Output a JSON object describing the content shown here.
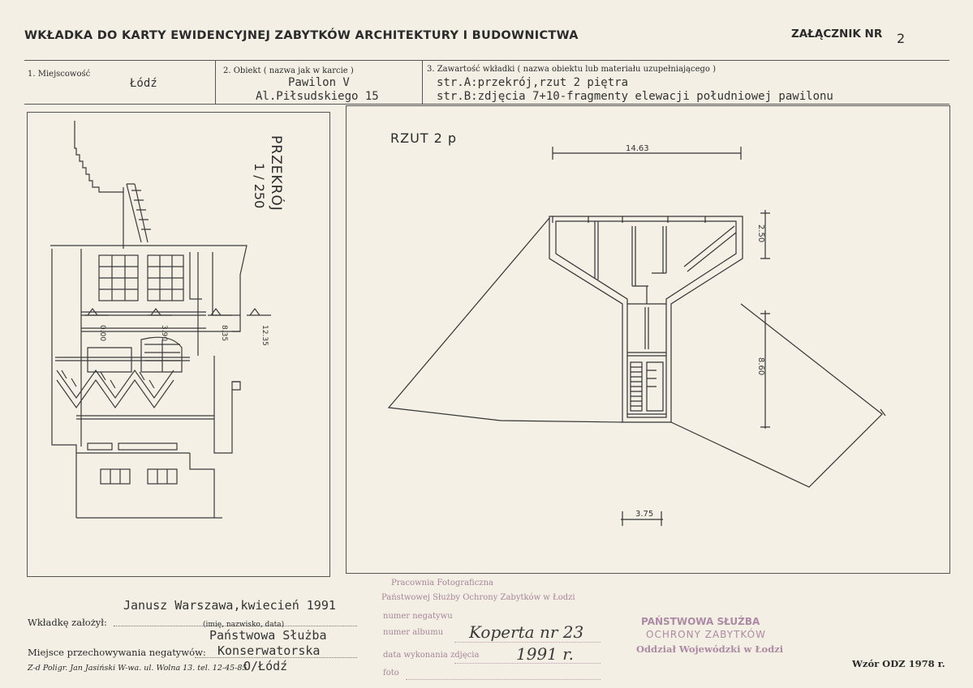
{
  "header": {
    "title": "WKŁADKA DO KARTY EWIDENCYJNEJ ZABYTKÓW ARCHITEKTURY I BUDOWNICTWA",
    "annex_label": "ZAŁĄCZNIK NR",
    "annex_number": "2"
  },
  "fields": {
    "locality_label": "1. Miejscowość",
    "locality_value": "Łódź",
    "object_label": "2. Obiekt ( nazwa jak w karcie )",
    "object_line1": "Pawilon V",
    "object_line2": "Al.Piłsudskiego 15",
    "content_label": "3. Zawartość wkładki ( nazwa obiektu lub materiału uzupełniającego )",
    "content_line1": "str.A:przekrój,rzut 2 piętra",
    "content_line2": "str.B:zdjęcia 7+10-fragmenty elewacji południowej pawilonu"
  },
  "section_drawing": {
    "title": "PRZEKRÓJ",
    "scale": "1 / 250",
    "levels": [
      "0.00",
      "3.90",
      "8.35",
      "12.35"
    ]
  },
  "plan_drawing": {
    "title": "RZUT 2 p",
    "dimensions": [
      "14.63",
      "2.50",
      "8.60",
      "3.75"
    ]
  },
  "footer": {
    "author_label": "Wkładkę założył:",
    "author_value": "Janusz Warszawa,kwiecień 1991",
    "author_hint": "(imię, nazwisko, data)",
    "storage_label": "Miejsce przechowywania negatywów:",
    "storage_line1": "Państwowa Służba",
    "storage_line2": "Konserwatorska",
    "storage_line3": "O/Łódź",
    "printer_note": "Z-d Poligr. Jan Jasiński W-wa. ul. Wolna 13. tel. 12-45-85",
    "form_id": "Wzór ODZ 1978 r."
  },
  "photo_stamp": {
    "line1": "Pracownia Fotograficzna",
    "line2": "Państwowej Służby Ochrony Zabytków w Łodzi",
    "row1_label": "numer negatywu",
    "row2_label": "numer albumu",
    "row2_value": "Koperta nr 23",
    "row3_label": "data wykonania zdjęcia",
    "row3_value": "1991 r.",
    "row4_label": "foto"
  },
  "office_stamp": {
    "line1": "PAŃSTWOWA SŁUŻBA",
    "line2": "OCHRONY ZABYTKÓW",
    "line3": "Oddział Wojewódzki w Łodzi"
  },
  "colors": {
    "paper": "#f3efe4",
    "ink": "#2b2b2b",
    "stamp": "#ad8aa3"
  }
}
